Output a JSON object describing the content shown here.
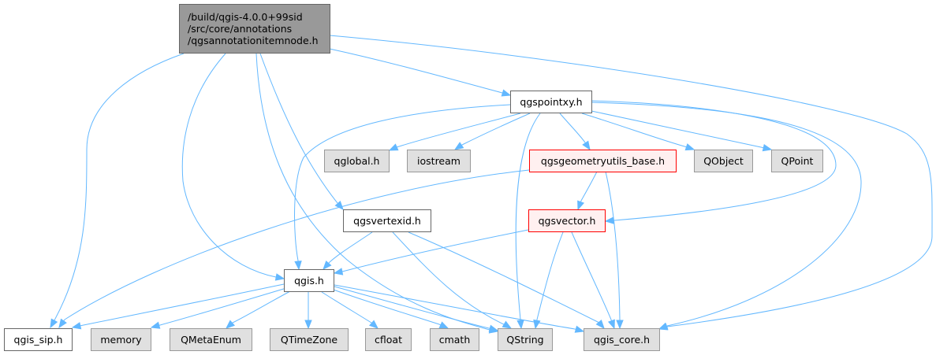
{
  "diagram": {
    "type": "include-dependency-graph",
    "edge_color": "#63b8ff",
    "nodes": [
      {
        "id": "root",
        "lines": [
          "/build/qgis-4.0.0+99sid",
          "/src/core/annotations",
          "/qgsannotationitemnode.h"
        ],
        "style": "root",
        "fill": "#999999"
      },
      {
        "id": "qgspointxy",
        "label": "qgspointxy.h",
        "style": "file"
      },
      {
        "id": "qglobal",
        "label": "qglobal.h",
        "style": "external"
      },
      {
        "id": "iostream",
        "label": "iostream",
        "style": "external"
      },
      {
        "id": "qgsgeometryutils_base",
        "label": "qgsgeometryutils_base.h",
        "style": "truncated"
      },
      {
        "id": "QObject",
        "label": "QObject",
        "style": "external"
      },
      {
        "id": "QPoint",
        "label": "QPoint",
        "style": "external"
      },
      {
        "id": "qgsvertexid",
        "label": "qgsvertexid.h",
        "style": "file"
      },
      {
        "id": "qgsvector",
        "label": "qgsvector.h",
        "style": "truncated"
      },
      {
        "id": "qgis",
        "label": "qgis.h",
        "style": "file"
      },
      {
        "id": "qgis_sip",
        "label": "qgis_sip.h",
        "style": "file"
      },
      {
        "id": "memory",
        "label": "memory",
        "style": "external"
      },
      {
        "id": "QMetaEnum",
        "label": "QMetaEnum",
        "style": "external"
      },
      {
        "id": "QTimeZone",
        "label": "QTimeZone",
        "style": "external"
      },
      {
        "id": "cfloat",
        "label": "cfloat",
        "style": "external"
      },
      {
        "id": "cmath",
        "label": "cmath",
        "style": "external"
      },
      {
        "id": "QString",
        "label": "QString",
        "style": "external"
      },
      {
        "id": "qgis_core",
        "label": "qgis_core.h",
        "style": "external"
      }
    ],
    "edges": [
      [
        "root",
        "qgspointxy"
      ],
      [
        "root",
        "qgis_core"
      ],
      [
        "root",
        "qgis_sip"
      ],
      [
        "root",
        "qgis"
      ],
      [
        "root",
        "QString"
      ],
      [
        "root",
        "qgsvertexid"
      ],
      [
        "qgspointxy",
        "qglobal"
      ],
      [
        "qgspointxy",
        "iostream"
      ],
      [
        "qgspointxy",
        "qgsgeometryutils_base"
      ],
      [
        "qgspointxy",
        "QObject"
      ],
      [
        "qgspointxy",
        "QPoint"
      ],
      [
        "qgspointxy",
        "qgis"
      ],
      [
        "qgspointxy",
        "QString"
      ],
      [
        "qgspointxy",
        "qgsvector"
      ],
      [
        "qgspointxy",
        "qgis_core"
      ],
      [
        "qgsgeometryutils_base",
        "qgis_sip"
      ],
      [
        "qgsgeometryutils_base",
        "qgsvector"
      ],
      [
        "qgsgeometryutils_base",
        "qgis_core"
      ],
      [
        "qgsvertexid",
        "qgis"
      ],
      [
        "qgsvertexid",
        "QString"
      ],
      [
        "qgsvertexid",
        "qgis_core"
      ],
      [
        "qgsvector",
        "qgis"
      ],
      [
        "qgsvector",
        "QString"
      ],
      [
        "qgsvector",
        "qgis_core"
      ],
      [
        "qgis",
        "qgis_sip"
      ],
      [
        "qgis",
        "memory"
      ],
      [
        "qgis",
        "QMetaEnum"
      ],
      [
        "qgis",
        "QTimeZone"
      ],
      [
        "qgis",
        "cfloat"
      ],
      [
        "qgis",
        "cmath"
      ],
      [
        "qgis",
        "QString"
      ],
      [
        "qgis",
        "qgis_core"
      ]
    ]
  }
}
